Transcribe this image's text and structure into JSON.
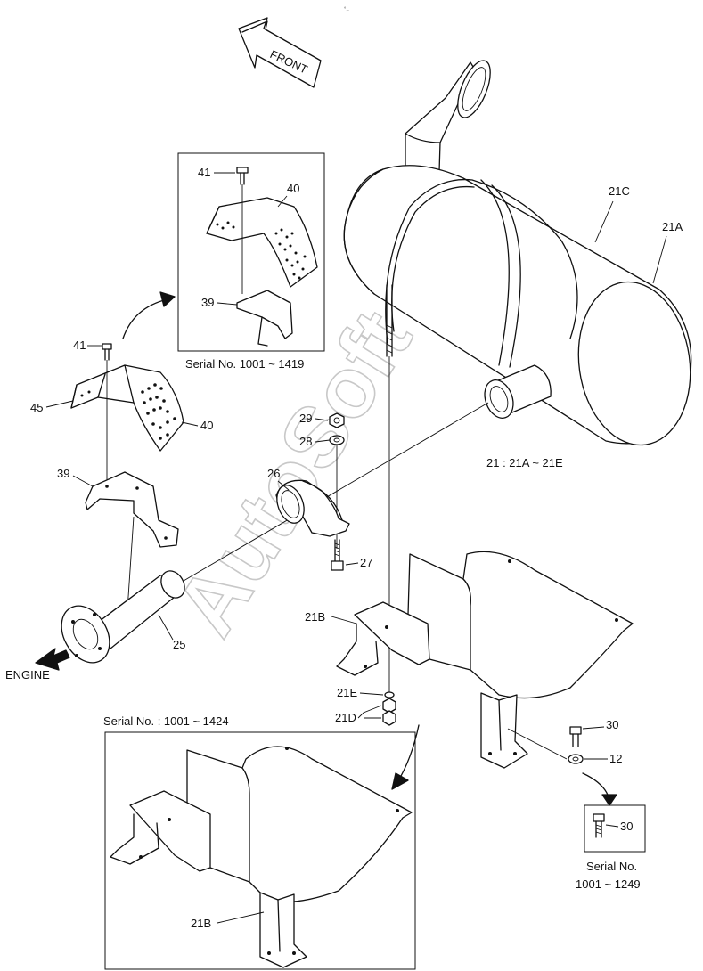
{
  "diagram": {
    "front_arrow_label": "FRONT",
    "engine_label": "ENGINE",
    "assembly_note": "21 : 21A ~ 21E",
    "watermark": "AutoSoft",
    "inset_top_serial": "Serial No. 1001 ~ 1419",
    "inset_bottom_serial": "Serial No. : 1001 ~ 1424",
    "inset_right_serial_line1": "Serial No.",
    "inset_right_serial_line2": "1001 ~ 1249",
    "callouts": {
      "c21c": "21C",
      "c21a": "21A",
      "c41_inset": "41",
      "c40_inset": "40",
      "c39_inset": "39",
      "c41": "41",
      "c45": "45",
      "c40": "40",
      "c39": "39",
      "c29": "29",
      "c28": "28",
      "c26": "26",
      "c27": "27",
      "c25": "25",
      "c21b": "21B",
      "c21e": "21E",
      "c21d": "21D",
      "c30": "30",
      "c12": "12",
      "c30_inset": "30",
      "c21b_inset": "21B"
    }
  }
}
